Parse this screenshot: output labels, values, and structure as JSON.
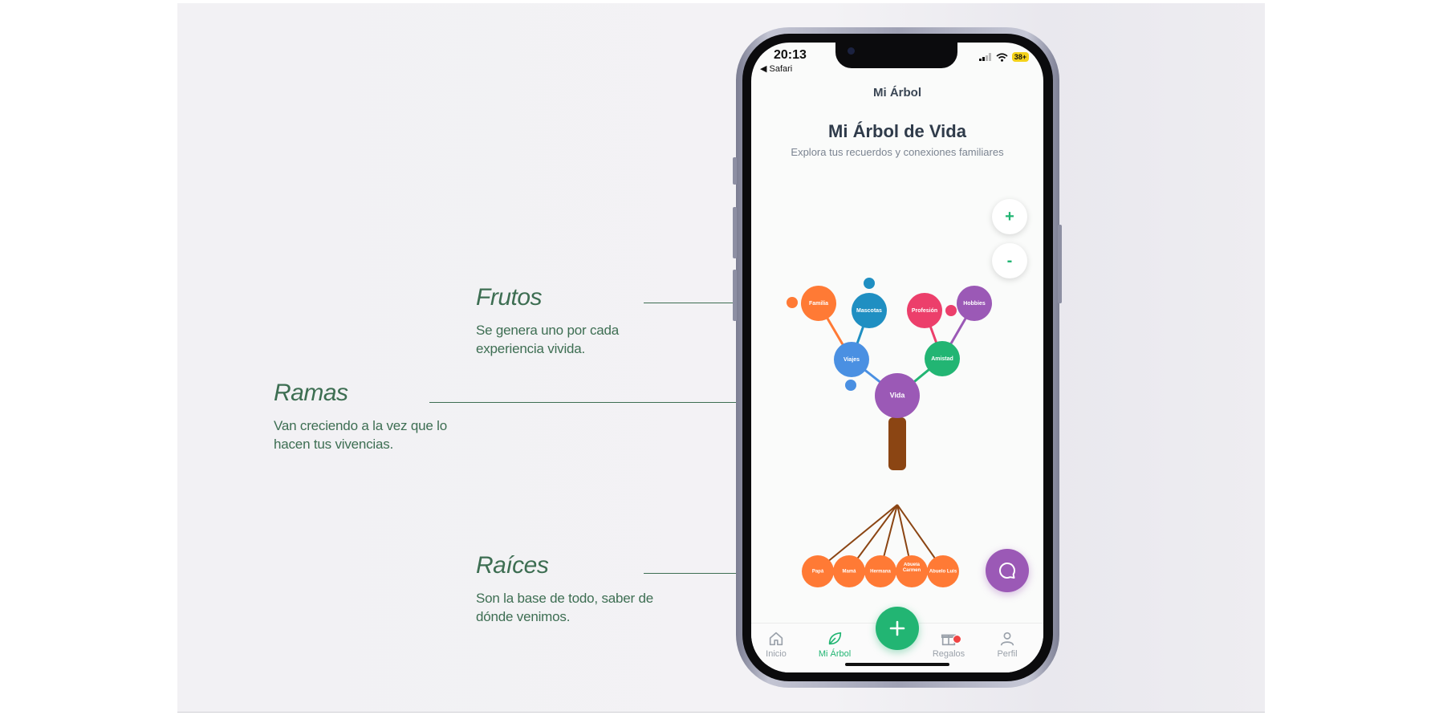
{
  "annotations": {
    "frutos": {
      "title": "Frutos",
      "text": "Se genera uno por cada experiencia vivida."
    },
    "ramas": {
      "title": "Ramas",
      "text": "Van creciendo a la vez que lo hacen tus vivencias."
    },
    "raices": {
      "title": "Raíces",
      "text": "Son la base de todo, saber de dónde venimos."
    }
  },
  "status": {
    "time": "20:13",
    "back": "◀ Safari",
    "battery": "38+"
  },
  "nav": {
    "title": "Mi Árbol"
  },
  "header": {
    "title": "Mi Árbol de Vida",
    "subtitle": "Explora tus recuerdos y conexiones familiares"
  },
  "zoom": {
    "in": "+",
    "out": "-"
  },
  "tree": {
    "center": "Vida",
    "branches": [
      "Viajes",
      "Amistad"
    ],
    "fruits": [
      "Familia",
      "Mascotas",
      "Profesión",
      "Hobbies"
    ],
    "roots": [
      "Papá",
      "Mamá",
      "Hermana",
      "Abuela Carmen",
      "Abuelo Luis"
    ]
  },
  "colors": {
    "accent": "#22b573",
    "purple": "#9b59b6",
    "orange": "#ff7a35",
    "blue": "#4a90e2",
    "teal": "#1f8fc2",
    "pink": "#ec3f6b",
    "trunk": "#8b4513",
    "annotation": "#3d6e52"
  },
  "tabs": [
    {
      "label": "Inicio",
      "icon": "home-icon"
    },
    {
      "label": "Mi Árbol",
      "icon": "leaf-icon"
    },
    {
      "label": "Regalos",
      "icon": "gift-icon"
    },
    {
      "label": "Perfil",
      "icon": "user-icon"
    }
  ],
  "fab_icon": "plus-icon",
  "chat_icon": "chat-bubble-icon"
}
